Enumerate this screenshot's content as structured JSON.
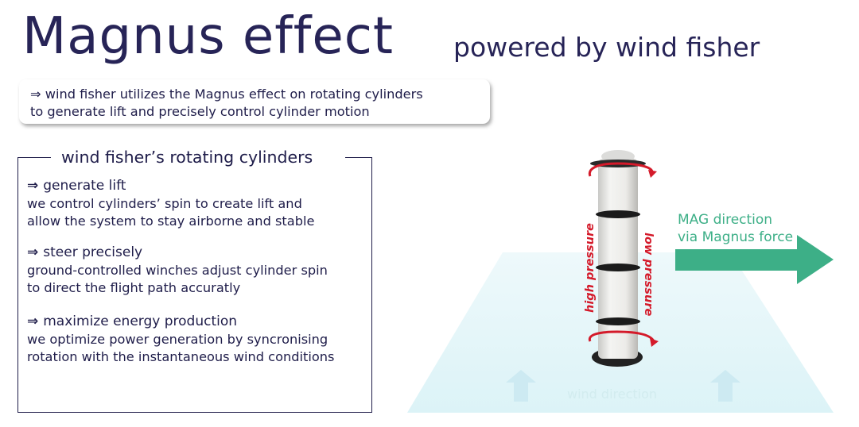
{
  "header": {
    "title": "Magnus effect",
    "subtitle": "powered by wind fisher"
  },
  "intro": {
    "lines": [
      "⇒ wind fisher utilizes the Magnus effect on rotating cylinders",
      "to generate lift and precisely control cylinder motion"
    ]
  },
  "panel": {
    "title": "wind fisher’s rotating cylinders",
    "sections": [
      {
        "heading": "generate lift",
        "body": [
          "we control cylinders’ spin to create lift and",
          "allow the system to stay airborne and stable"
        ]
      },
      {
        "heading": "steer precisely",
        "body": [
          "ground-controlled winches adjust cylinder spin",
          "to direct the flight path accuratly"
        ]
      },
      {
        "heading": "maximize energy production",
        "body": [
          "we optimize power generation by syncronising",
          "rotation with the instantaneous wind conditions"
        ]
      }
    ]
  },
  "diagram": {
    "mag_label": [
      "MAG direction",
      "via Magnus force"
    ],
    "high_pressure": "high pressure",
    "low_pressure": "low pressure",
    "wind_direction": "wind direction",
    "colors": {
      "mag_arrow": "#3daf87",
      "pressure_text": "#d41a2a",
      "wind_field": "#e0f5f8",
      "wind_arrow": "#cdeaf2",
      "spin_arrow": "#d41a2a"
    },
    "icons": [
      "mag-direction-arrow-icon",
      "wind-up-arrow-icon",
      "spin-arrow-icon"
    ]
  }
}
